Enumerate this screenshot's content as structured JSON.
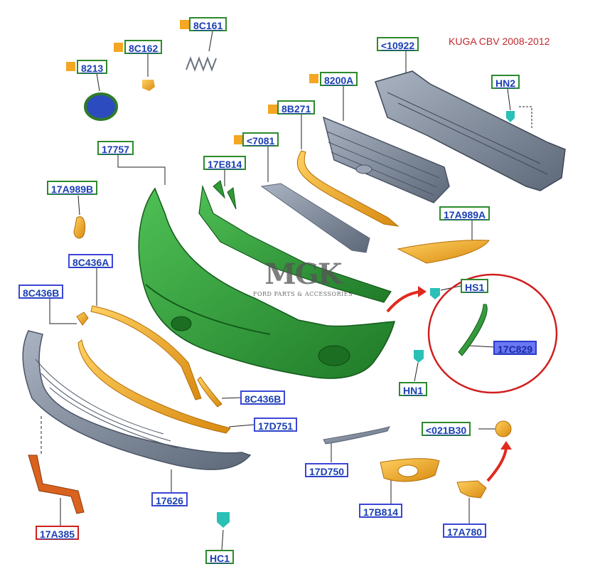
{
  "title": "KUGA CBV 2008-2012",
  "watermark": {
    "logo": "MGK",
    "subtitle": "FORD PARTS & ACCESSORIES"
  },
  "colors": {
    "green_part": "#2f9a36",
    "orange_part": "#f0a81e",
    "grey_part": "#7d8898",
    "label_green": "#2c8a2c",
    "label_blue": "#3c46d8",
    "label_red": "#d02020",
    "highlight_circle": "#d02020",
    "highlight_arrow": "#e02a1e"
  },
  "labels": {
    "8C161": "8C161",
    "8C162": "8C162",
    "8213": "8213",
    "10922": "<10922",
    "8200A": "8200A",
    "HN2": "HN2",
    "8B271": "8B271",
    "7081": "<7081",
    "17757": "17757",
    "17E814": "17E814",
    "17A989B": "17A989B",
    "17A989A": "17A989A",
    "8C436A": "8C436A",
    "8C436B_top": "8C436B",
    "HS1": "HS1",
    "17C829": "17C829",
    "HN1": "HN1",
    "8C436B_bottom": "8C436B",
    "17D751": "17D751",
    "021B30": "<021B30",
    "17D750": "17D750",
    "17626": "17626",
    "17B814": "17B814",
    "17A385": "17A385",
    "17A780": "17A780",
    "HC1": "HC1"
  }
}
